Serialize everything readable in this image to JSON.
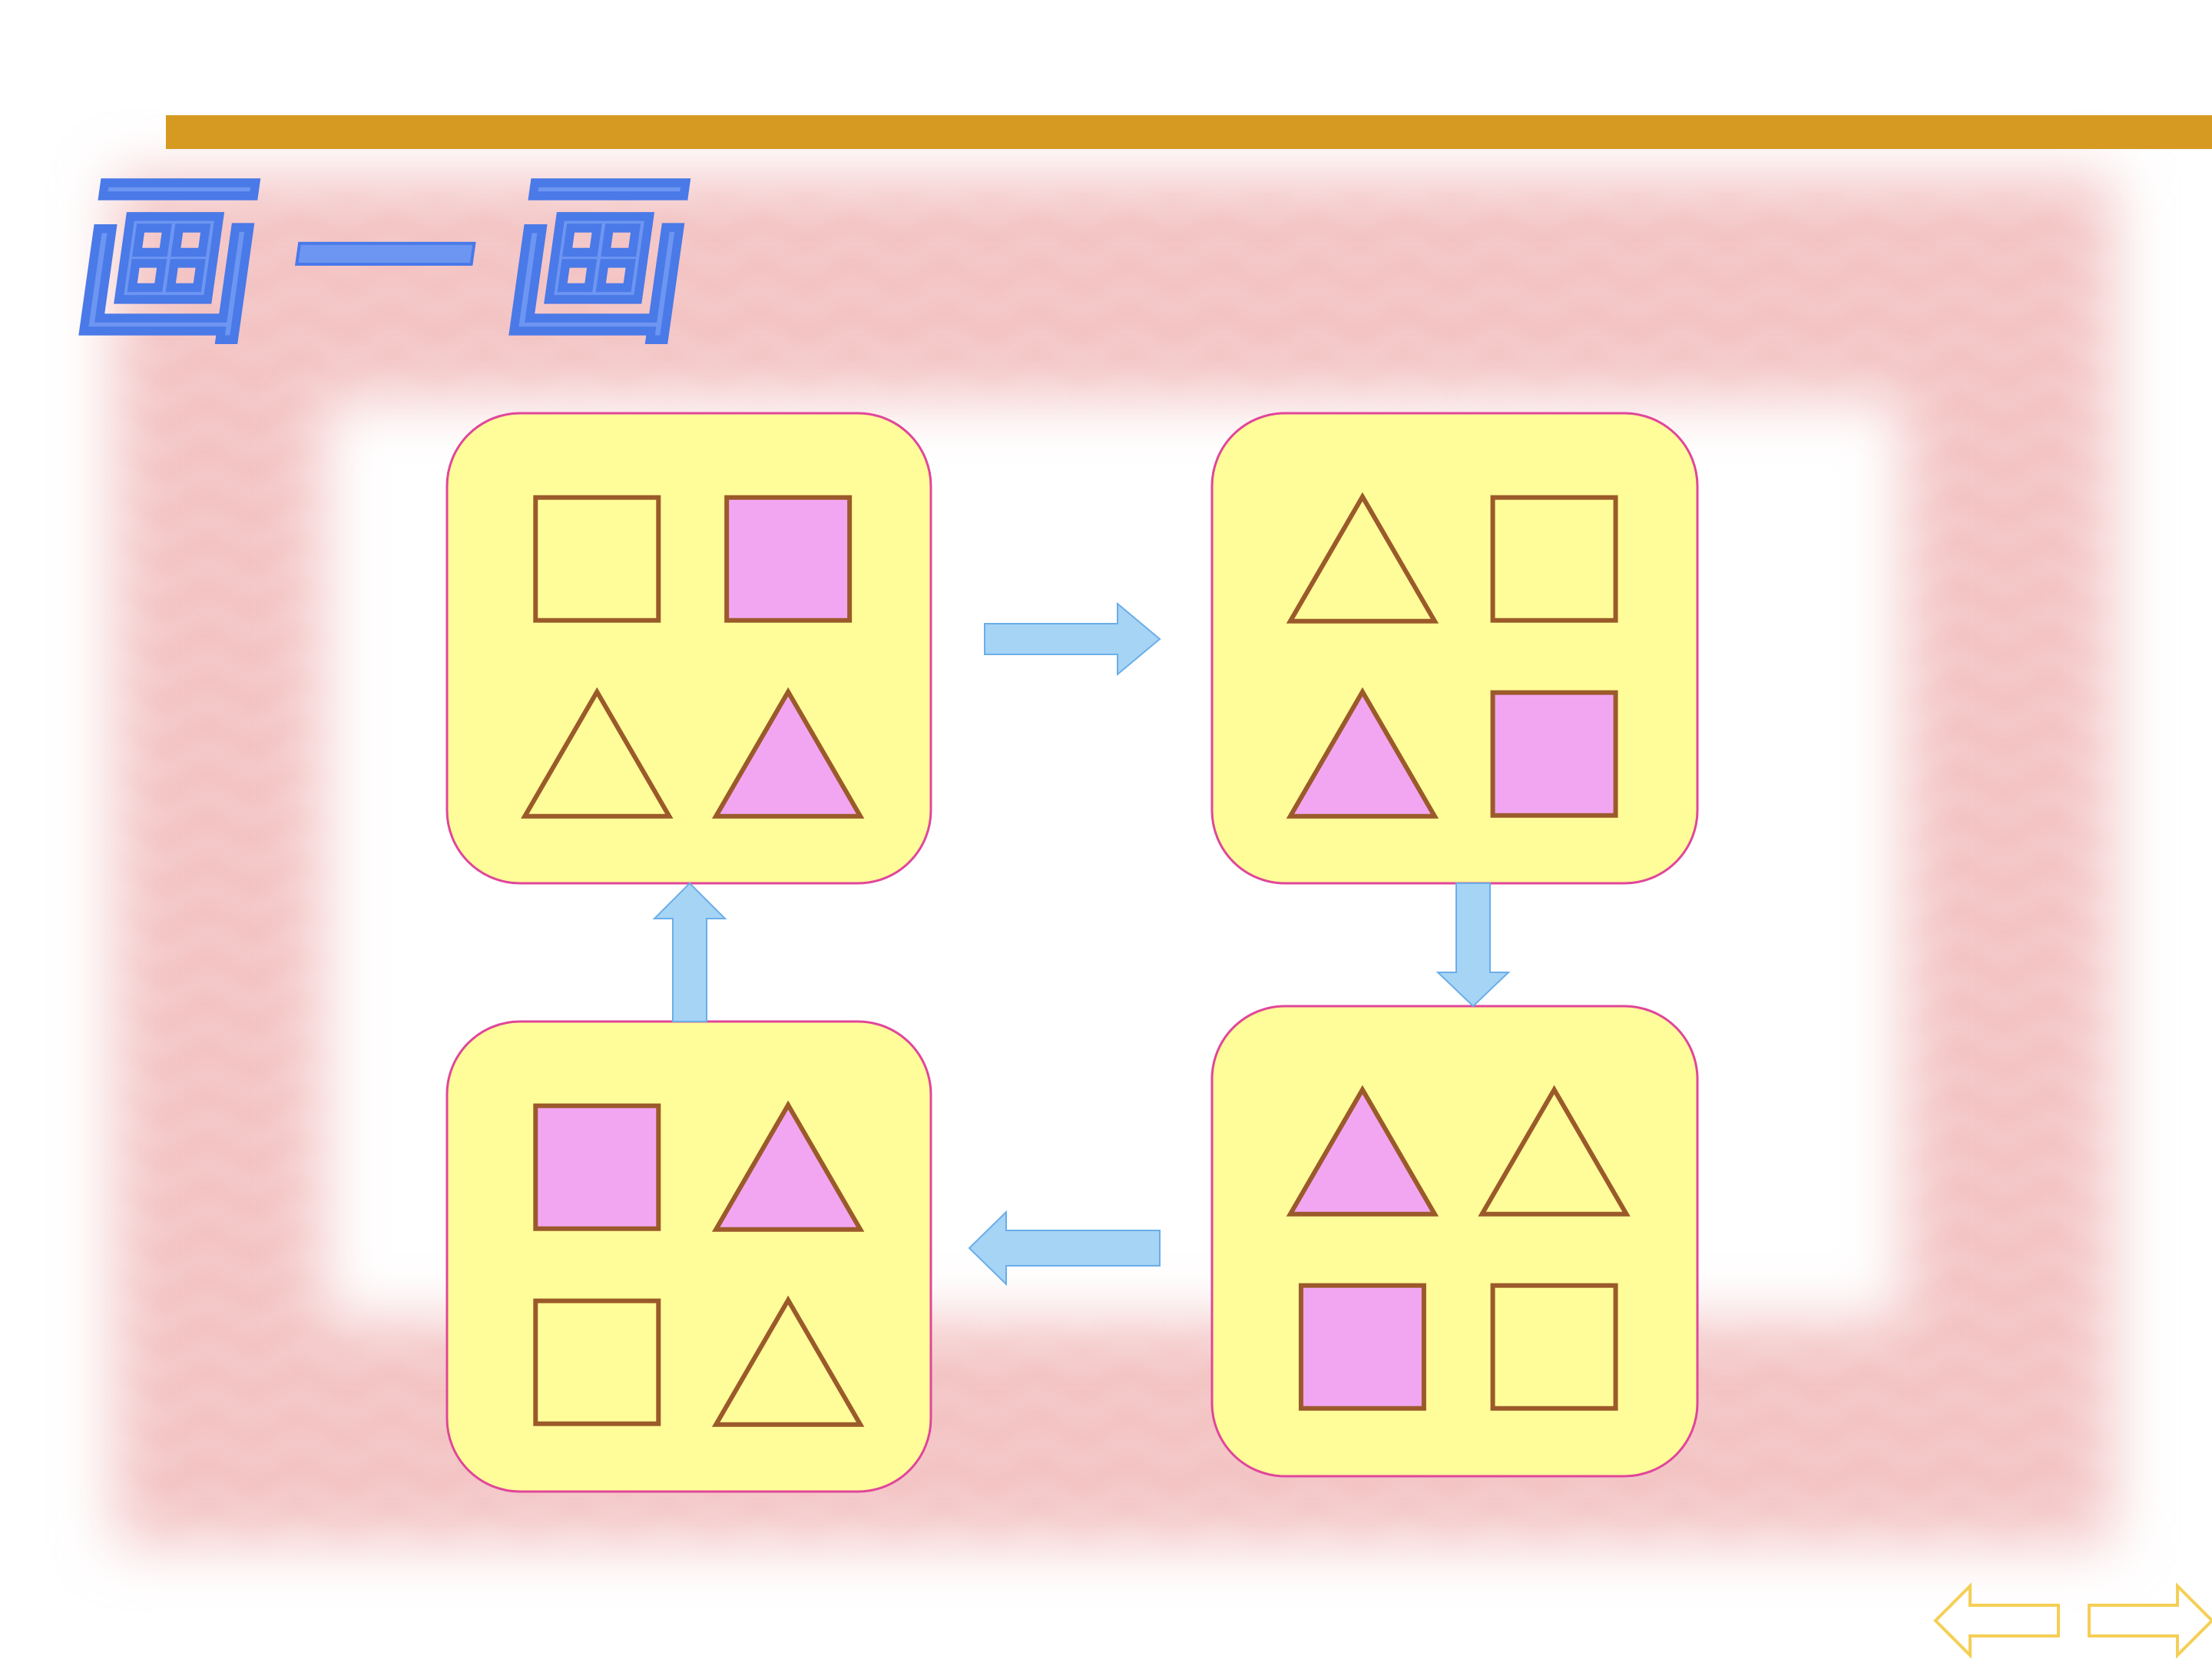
{
  "title": "画一画",
  "colors": {
    "header_bar": "#d69a22",
    "title": "#6d96f2",
    "card_fill": "#fffd99",
    "card_border": "#e0469a",
    "shape_pink": "#f2a6f2",
    "shape_outline": "#9b5a2a",
    "flow_arrow_fill": "#a6d4f5",
    "flow_arrow_stroke": "#6aaee8",
    "frame_pink": "#f1b8b8",
    "nav_arrow": "#f5cf55"
  },
  "panels": [
    {
      "name": "panel-top-left",
      "shapes": [
        {
          "kind": "square",
          "fill": "yellow"
        },
        {
          "kind": "square",
          "fill": "pink"
        },
        {
          "kind": "triangle",
          "fill": "yellow"
        },
        {
          "kind": "triangle",
          "fill": "pink"
        }
      ]
    },
    {
      "name": "panel-top-right",
      "shapes": [
        {
          "kind": "triangle",
          "fill": "yellow"
        },
        {
          "kind": "square",
          "fill": "yellow"
        },
        {
          "kind": "triangle",
          "fill": "pink"
        },
        {
          "kind": "square",
          "fill": "pink"
        }
      ]
    },
    {
      "name": "panel-bottom-right",
      "shapes": [
        {
          "kind": "triangle",
          "fill": "pink"
        },
        {
          "kind": "triangle",
          "fill": "yellow"
        },
        {
          "kind": "square",
          "fill": "pink"
        },
        {
          "kind": "square",
          "fill": "yellow"
        }
      ]
    },
    {
      "name": "panel-bottom-left",
      "shapes": [
        {
          "kind": "square",
          "fill": "pink"
        },
        {
          "kind": "triangle",
          "fill": "pink"
        },
        {
          "kind": "square",
          "fill": "yellow"
        },
        {
          "kind": "triangle",
          "fill": "yellow"
        }
      ]
    }
  ],
  "flow_arrows": [
    {
      "name": "flow-arrow-right",
      "direction": "right"
    },
    {
      "name": "flow-arrow-down",
      "direction": "down"
    },
    {
      "name": "flow-arrow-left",
      "direction": "left"
    },
    {
      "name": "flow-arrow-up",
      "direction": "up"
    }
  ],
  "nav": {
    "prev_icon": "arrow-left-outline-icon",
    "next_icon": "arrow-right-outline-icon"
  }
}
